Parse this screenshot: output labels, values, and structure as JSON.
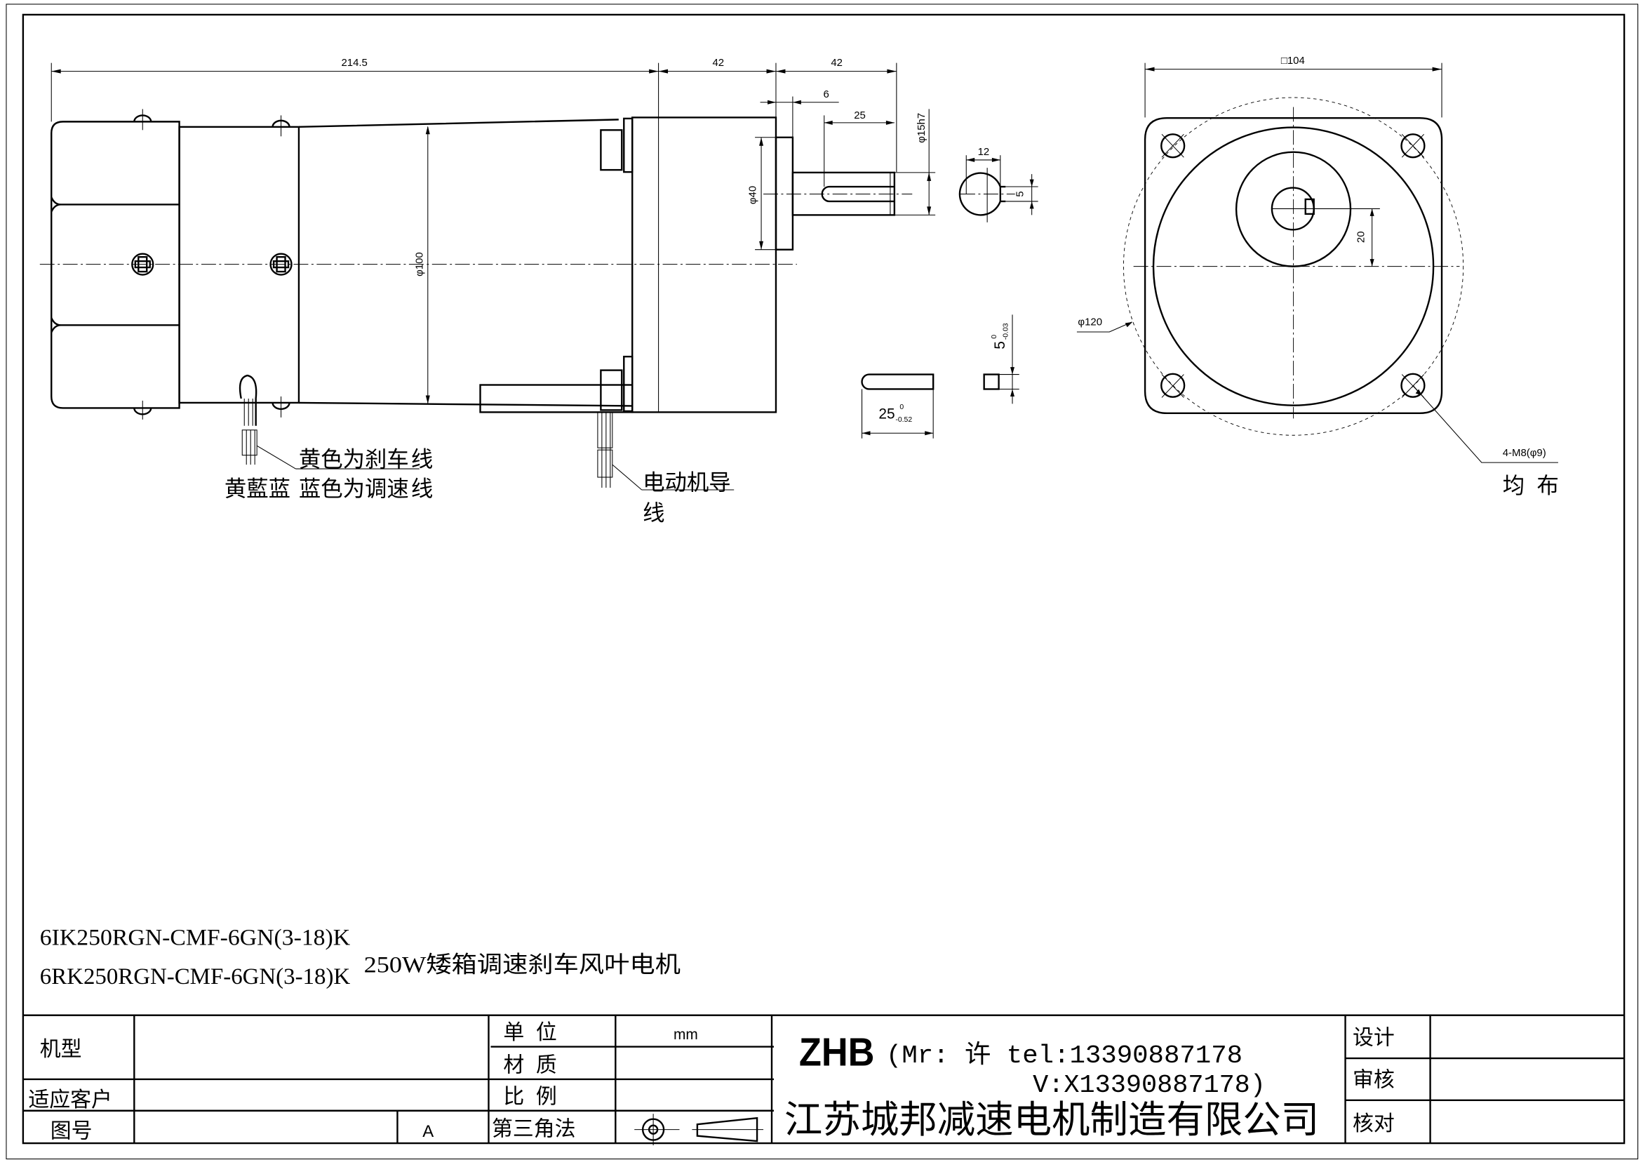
{
  "drawing": {
    "side_view": {
      "dims": {
        "overall_body": "214.5",
        "gearbox_length": "42",
        "shaft_length": "42",
        "flange_thickness": "6",
        "key_length": "25",
        "shaft_dia": "φ15h7",
        "flange_dia": "φ40",
        "motor_dia": "φ100"
      },
      "labels": {
        "brake_line_1": "黄色为刹车",
        "brake_line_2": "线",
        "overlap_text": "黄藍蓝",
        "speed_line_1": "蓝色为调速",
        "speed_line_2": "线",
        "motor_lead_1": "电动机导",
        "motor_lead_2": "线"
      }
    },
    "shaft_section": {
      "width_dim": "12",
      "key_depth_dim": "5"
    },
    "key_detail": {
      "length_dim": "25",
      "length_tol_upper": "0",
      "length_tol_lower": "-0.52",
      "height_dim": "5",
      "height_tol_upper": "0",
      "height_tol_lower": "-0.03"
    },
    "end_view": {
      "square_dim": "□104",
      "pcd_dim": "φ120",
      "offset_dim": "20",
      "holes_dim": "4-M8(φ9)",
      "holes_note": "均  布"
    }
  },
  "product": {
    "model_1": "6IK250RGN-CMF-6GN(3-18)K",
    "model_2": "6RK250RGN-CMF-6GN(3-18)K",
    "description": "250W矮箱调速刹车风叶电机"
  },
  "title_block": {
    "model_label": "机型",
    "customer_label": "适应客户",
    "drawing_no_label": "图号",
    "revision": "A",
    "unit_label": "单  位",
    "unit_value": "mm",
    "material_label": "材  质",
    "scale_label": "比  例",
    "projection_label": "第三角法",
    "brand": "ZHB",
    "contact_line_1": "(Mr: 许 tel:13390887178",
    "contact_line_2": "V:X13390887178)",
    "company": "江苏城邦减速电机制造有限公司",
    "design_label": "设计",
    "review_label": "审核",
    "check_label": "核对"
  }
}
